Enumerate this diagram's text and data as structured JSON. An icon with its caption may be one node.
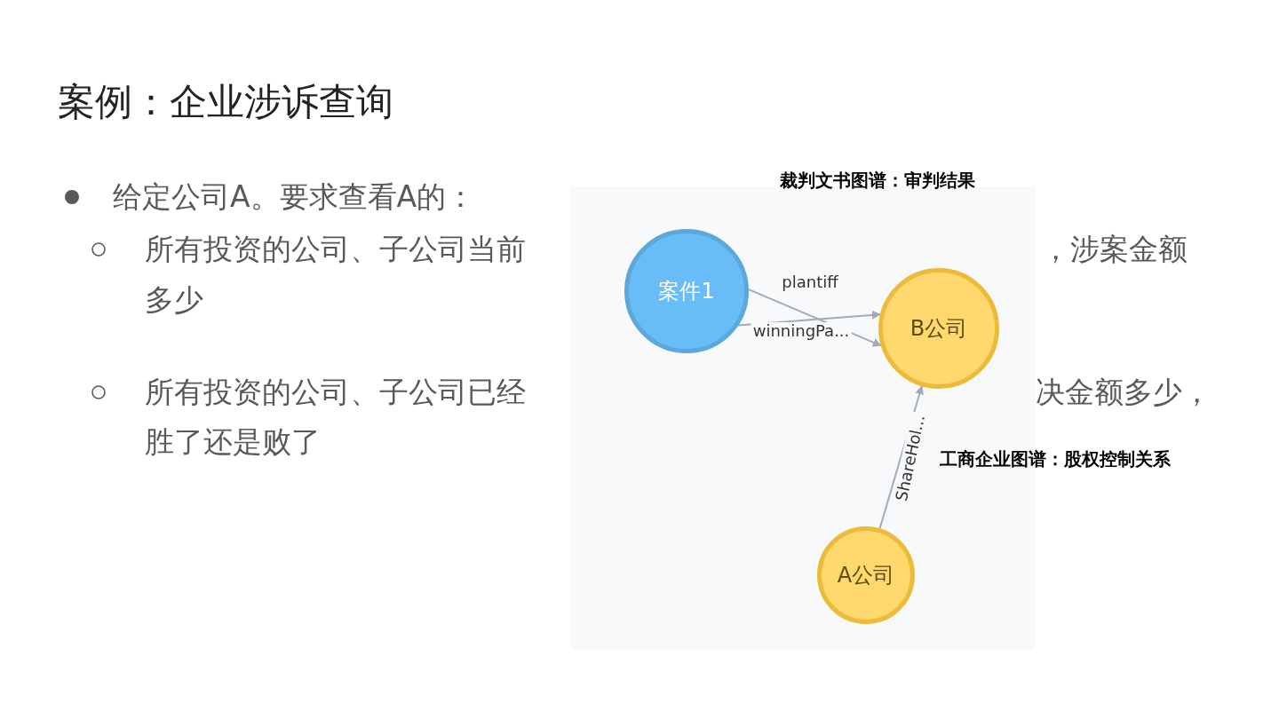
{
  "diagram": {
    "title": "案例：企业涉诉查询",
    "nodes": [
      {
        "text": [
          "案件1"
        ]
      },
      {
        "text": [
          "B公司"
        ]
      },
      {
        "text": [
          "A公司"
        ]
      }
    ],
    "edges": [
      {
        "from": 0,
        "to": 1,
        "arrow": "to",
        "label": "plantiff"
      },
      {
        "from": 0,
        "to": 1,
        "arrow": "to",
        "label": "winningPa..."
      },
      {
        "from": 2,
        "to": 1,
        "arrow": "to",
        "label": "ShareHol..."
      }
    ],
    "labels": [
      "给定公司A。要求查看A的：",
      "裁判文书图谱：审判结果",
      "所有投资的公司、子公司当前",
      "，涉案金额",
      "多少",
      "所有投资的公司、子公司已经",
      "决金额多少，",
      "胜了还是败了",
      "工商企业图谱：股权控制关系"
    ]
  }
}
